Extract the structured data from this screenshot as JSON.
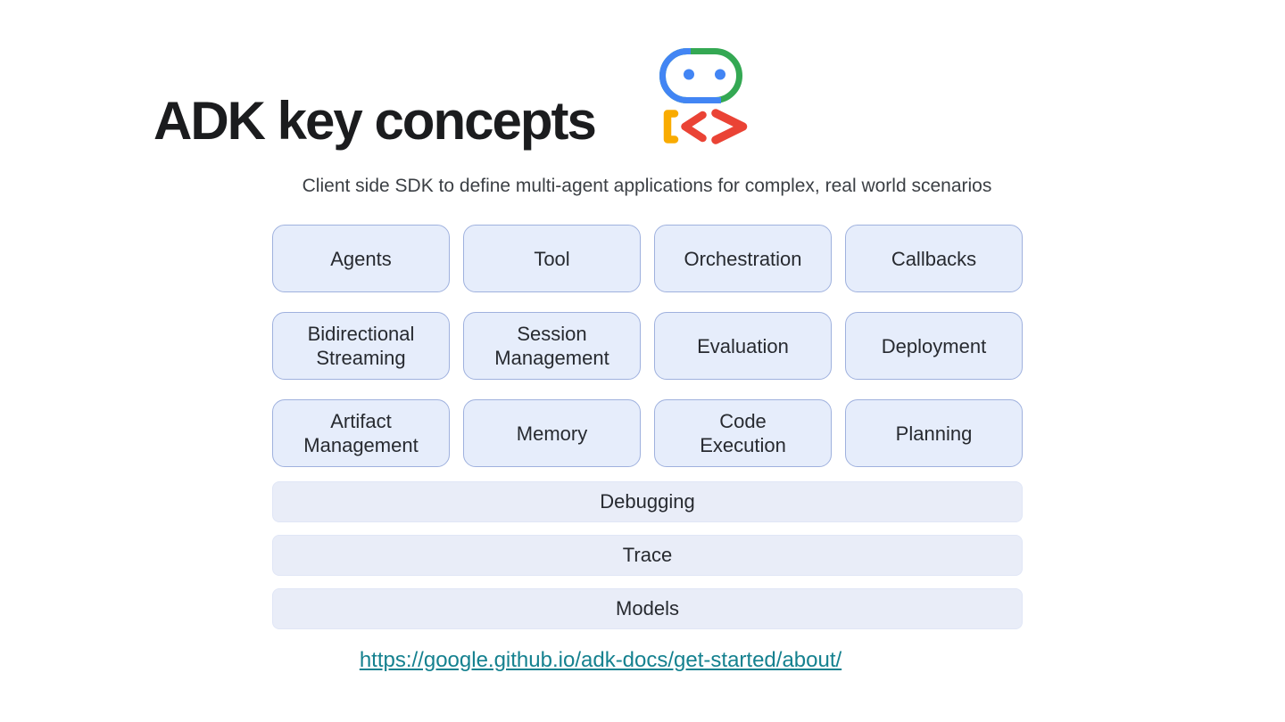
{
  "slide": {
    "title": "ADK key concepts",
    "subtitle": "Client side SDK to define multi-agent applications for complex, real world scenarios"
  },
  "logo": {
    "label": "adk-robot-logo",
    "colors": {
      "blue": "#4285F4",
      "green": "#34A853",
      "yellow": "#F9AB00",
      "red": "#EA4335"
    }
  },
  "concepts": {
    "grid": [
      [
        "Agents",
        "Tool",
        "Orchestration",
        "Callbacks"
      ],
      [
        "Bidirectional\nStreaming",
        "Session\nManagement",
        "Evaluation",
        "Deployment"
      ],
      [
        "Artifact\nManagement",
        "Memory",
        "Code\nExecution",
        "Planning"
      ]
    ],
    "bars": [
      "Debugging",
      "Trace",
      "Models"
    ]
  },
  "footer": {
    "link_text": "https://google.github.io/adk-docs/get-started/about/",
    "link_url": "https://google.github.io/adk-docs/get-started/about/"
  },
  "theme": {
    "box_fill": "#e6edfb",
    "box_border": "#9fb1de",
    "bar_fill": "#e9edf8",
    "link_color": "#15818f"
  }
}
